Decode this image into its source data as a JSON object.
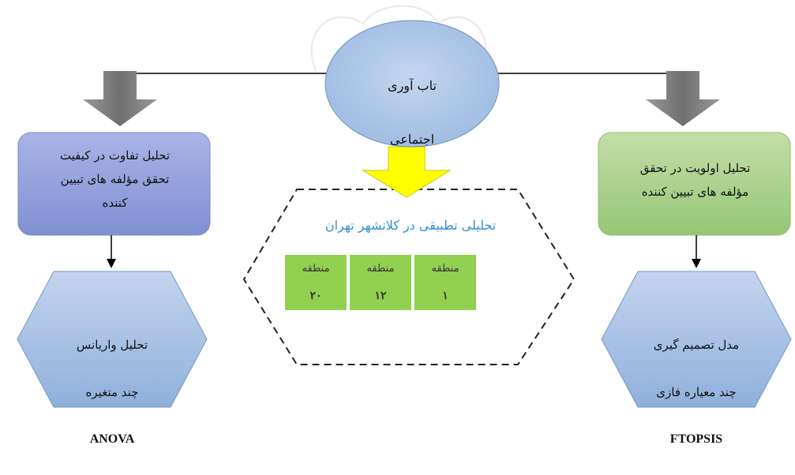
{
  "center": {
    "line1": "تاب آوری",
    "line2": "اجتماعی"
  },
  "left_box": {
    "text": "تحلیل تفاوت در کیفیت\nتحقق مؤلفه های تبیین\nکننده"
  },
  "right_box": {
    "text": "تحلیل اولویت در تحقق\nمؤلفه های تبیین کننده"
  },
  "left_hex": {
    "line1": "تحلیل واریانس",
    "line2": "چند متغیره",
    "line3": "ANOVA"
  },
  "right_hex": {
    "line1": "مدل تصمیم گیری",
    "line2": "چند معیاره فازی",
    "line3": "FTOPSIS"
  },
  "center_hex": {
    "title": "تحلیلی تطبیقی در کلانشهر تهران",
    "regions": [
      {
        "label": "منطقه",
        "num": "۱"
      },
      {
        "label": "منطقه",
        "num": "۱۲"
      },
      {
        "label": "منطقه",
        "num": "۲۰"
      }
    ]
  },
  "colors": {
    "blue_box": "#8f9ed9",
    "green_box": "#a9d18e",
    "hex_fill": "#a3bde0",
    "ellipse": "#a8c4e6",
    "arrow_gray": "#7f7f7f",
    "arrow_yellow": "#ffff00"
  }
}
